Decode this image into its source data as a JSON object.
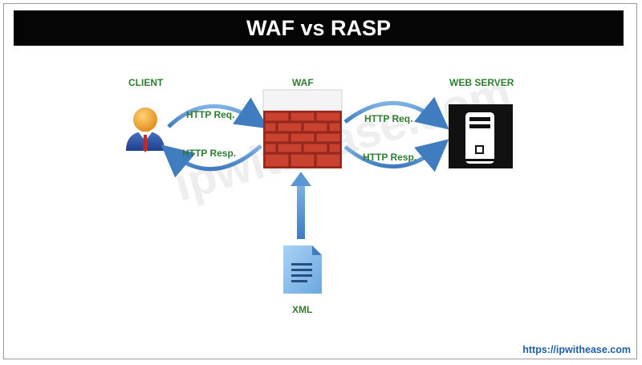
{
  "title": "WAF vs RASP",
  "nodes": {
    "client": "CLIENT",
    "waf": "WAF",
    "web_server": "WEB SERVER",
    "xml": "XML"
  },
  "arrows": {
    "client_waf_request": "HTTP Req.",
    "client_waf_response": "HTTP Resp.",
    "waf_server_request": "HTTP Req.",
    "waf_server_response": "HTTP Resp."
  },
  "watermark": "ipwithease.com",
  "footer_url": "https://ipwithease.com",
  "colors": {
    "title_bg": "#050505",
    "label_green": "#2e7d32",
    "arrow_blue": "#4a86c8",
    "brick_red": "#c0392b",
    "server_black": "#111111",
    "url_blue": "#1f5fa8"
  }
}
